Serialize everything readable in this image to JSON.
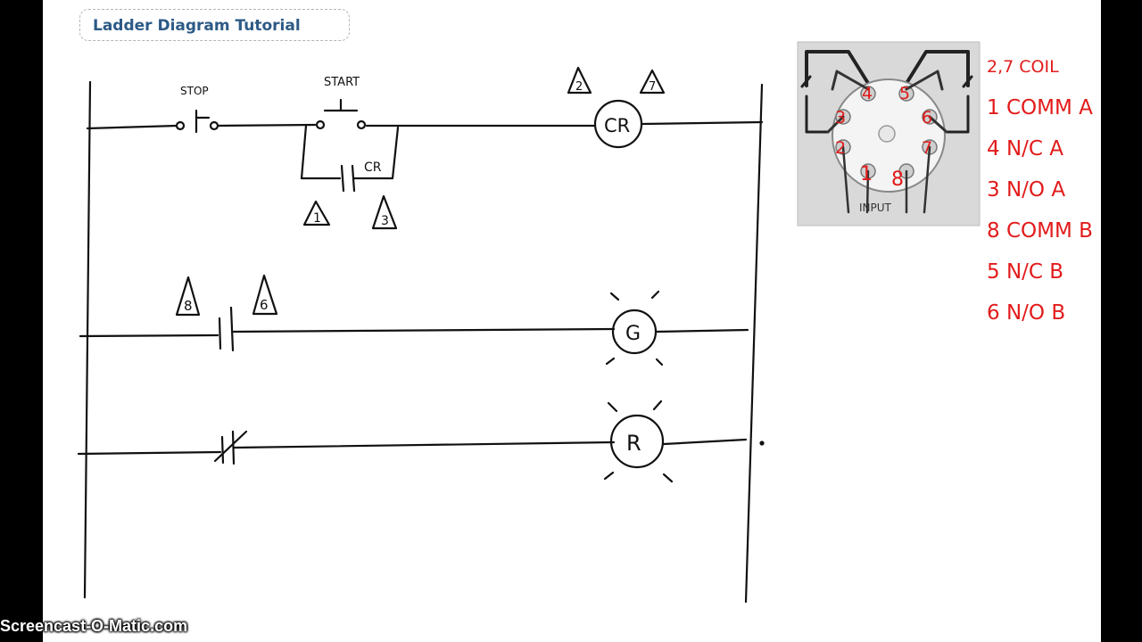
{
  "header": {
    "title": "Ladder Diagram Tutorial"
  },
  "rung1": {
    "stop_label": "STOP",
    "start_label": "START",
    "seal_contact_label": "CR",
    "coil_label": "CR",
    "coil_tags": [
      "2",
      "7"
    ],
    "seal_tags": [
      "1",
      "3"
    ]
  },
  "rung2": {
    "contact_tags": [
      "8",
      "6"
    ],
    "lamp_label": "G"
  },
  "rung3": {
    "lamp_label": "R"
  },
  "relay_base": {
    "pins": [
      "4",
      "5",
      "3",
      "6",
      "2",
      "7",
      "1",
      "8"
    ],
    "input_label": "INPUT"
  },
  "pin_legend": [
    "2,7 COIL",
    "1 COMM A",
    "4 N/C A",
    "3 N/O A",
    "8 COMM B",
    "5 N/C B",
    "6 N/O B"
  ],
  "watermark": "Screencast-O-Matic.com",
  "colors": {
    "title": "#2d5a86",
    "annotation": "#e21b1b",
    "ink": "#111111"
  }
}
